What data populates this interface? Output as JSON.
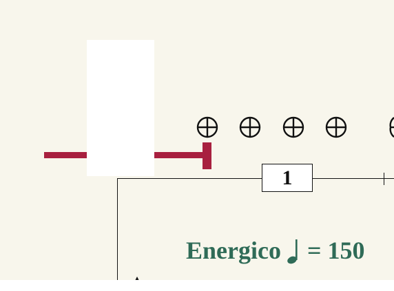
{
  "colors": {
    "background": "#f8f6ec",
    "bracket": "#a8203f",
    "tempo_text": "#2f6b57",
    "ink": "#111111"
  },
  "rehearsal_mark": "1",
  "markers": [
    {
      "icon": "crosshair-circle-icon"
    },
    {
      "icon": "crosshair-circle-icon"
    },
    {
      "icon": "crosshair-circle-icon"
    },
    {
      "icon": "crosshair-circle-icon"
    },
    {
      "icon": "crosshair-circle-icon"
    }
  ],
  "tempo": {
    "word": "Energico",
    "note_icon": "quarter-note-icon",
    "equals": "= 150"
  }
}
